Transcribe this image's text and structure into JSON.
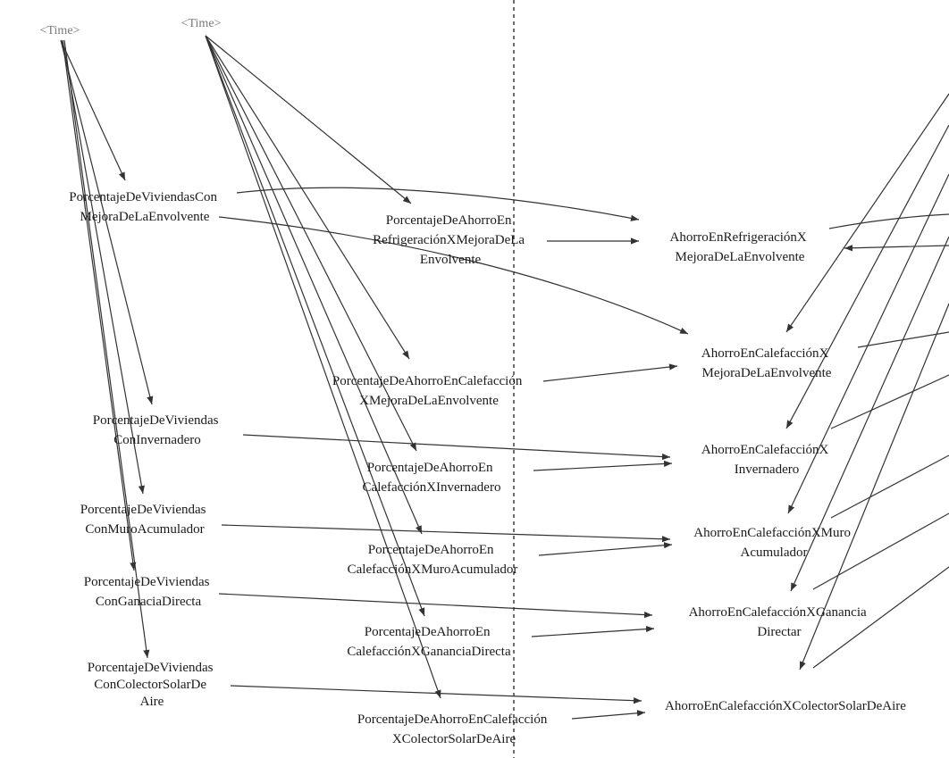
{
  "diagram": {
    "time_nodes": [
      "<Time>",
      "<Time>"
    ],
    "left_nodes": [
      [
        "PorcentajeDeViviendasCon",
        "MejoraDeLaEnvolvente"
      ],
      [
        "PorcentajeDeViviendas",
        "ConInvernadero"
      ],
      [
        "PorcentajeDeViviendas",
        "ConMuroAcumulador"
      ],
      [
        "PorcentajeDeViviendas",
        "ConGanaciaDirecta"
      ],
      [
        "PorcentajeDeViviendas",
        "ConColectorSolarDe",
        "Aire"
      ]
    ],
    "middle_nodes": [
      [
        "PorcentajeDeAhorroEn",
        "RefrigeraciónXMejoraDeLa",
        "Envolvente"
      ],
      [
        "PorcentajeDeAhorroEnCalefacción",
        "XMejoraDeLaEnvolvente"
      ],
      [
        "PorcentajeDeAhorroEn",
        "CalefacciónXInvernadero"
      ],
      [
        "PorcentajeDeAhorroEn",
        "CalefacciónXMuroAcumulador"
      ],
      [
        "PorcentajeDeAhorroEn",
        "CalefacciónXGananciaDirecta"
      ],
      [
        "PorcentajeDeAhorroEnCalefacción",
        "XColectorSolarDeAire"
      ]
    ],
    "right_nodes": [
      [
        "AhorroEnRefrigeraciónX",
        "MejoraDeLaEnvolvente"
      ],
      [
        "AhorroEnCalefacciónX",
        "MejoraDeLaEnvolvente"
      ],
      [
        "AhorroEnCalefacciónX",
        "Invernadero"
      ],
      [
        "AhorroEnCalefacciónXMuro",
        "Acumulador"
      ],
      [
        "AhorroEnCalefacciónXGanancia",
        "Directar"
      ],
      [
        "AhorroEnCalefacciónXColectorSolarDeAire"
      ]
    ]
  }
}
